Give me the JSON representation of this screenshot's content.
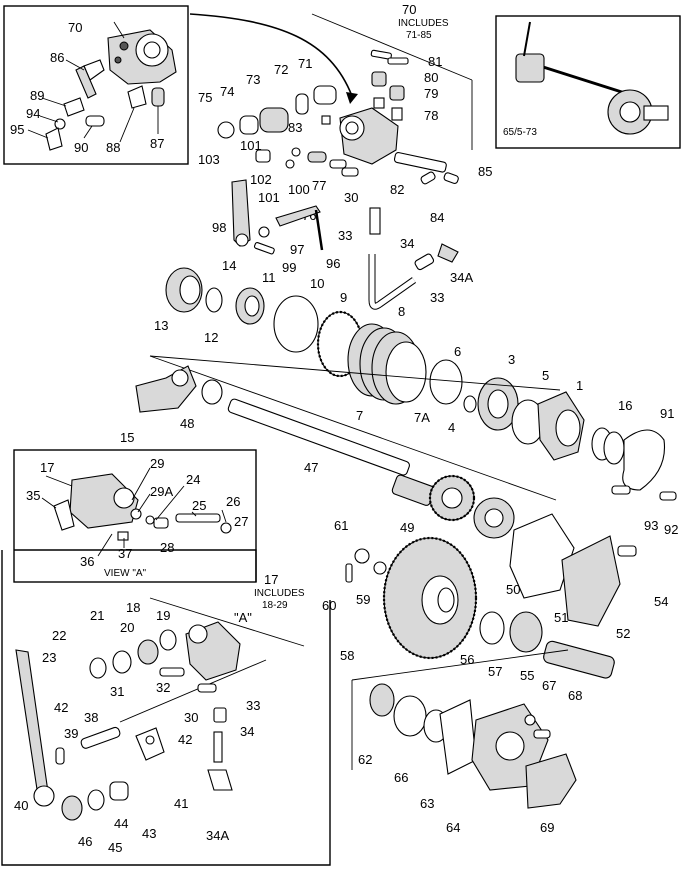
{
  "figure_code": "65/5-73",
  "view_label": "VIEW \"A\"",
  "view_marker": "\"A\"",
  "callouts": {
    "c70": "70",
    "c70_note": "INCLUDES",
    "c70_range": "71-85",
    "c17": "17",
    "c17_note": "INCLUDES",
    "c17_range": "18-29",
    "c1": "1",
    "c3": "3",
    "c4": "4",
    "c5": "5",
    "c6": "6",
    "c7": "7",
    "c7a": "7A",
    "c8": "8",
    "c9": "9",
    "c10": "10",
    "c11": "11",
    "c12": "12",
    "c13": "13",
    "c14": "14",
    "c15": "15",
    "c16": "16",
    "c17b": "17",
    "c18": "18",
    "c19": "19",
    "c20": "20",
    "c21": "21",
    "c22": "22",
    "c23": "23",
    "c24": "24",
    "c25": "25",
    "c26": "26",
    "c27": "27",
    "c28": "28",
    "c29": "29",
    "c29a": "29A",
    "c30": "30",
    "c30b": "30",
    "c31": "31",
    "c32": "32",
    "c33": "33",
    "c33b": "33",
    "c33c": "33",
    "c34": "34",
    "c34b": "34",
    "c34a": "34A",
    "c34ab": "34A",
    "c35": "35",
    "c36": "36",
    "c37": "37",
    "c38": "38",
    "c39": "39",
    "c40": "40",
    "c41": "41",
    "c42": "42",
    "c42b": "42",
    "c43": "43",
    "c44": "44",
    "c45": "45",
    "c46": "46",
    "c47": "47",
    "c48": "48",
    "c49": "49",
    "c50": "50",
    "c51": "51",
    "c52": "52",
    "c54": "54",
    "c55": "55",
    "c56": "56",
    "c57": "57",
    "c58": "58",
    "c59": "59",
    "c60": "60",
    "c61": "61",
    "c62": "62",
    "c63": "63",
    "c64": "64",
    "c66": "66",
    "c67": "67",
    "c68": "68",
    "c69": "69",
    "c70b": "70",
    "c71": "71",
    "c72": "72",
    "c73": "73",
    "c74": "74",
    "c75": "75",
    "c76": "76",
    "c77": "77",
    "c78": "78",
    "c79": "79",
    "c80": "80",
    "c81": "81",
    "c82": "82",
    "c83": "83",
    "c84": "84",
    "c85": "85",
    "c86": "86",
    "c87": "87",
    "c88": "88",
    "c89": "89",
    "c90": "90",
    "c91": "91",
    "c92": "92",
    "c93": "93",
    "c94": "94",
    "c95": "95",
    "c96": "96",
    "c97": "97",
    "c98": "98",
    "c99": "99",
    "c100": "100",
    "c101": "101",
    "c101b": "101",
    "c102": "102",
    "c103": "103"
  }
}
